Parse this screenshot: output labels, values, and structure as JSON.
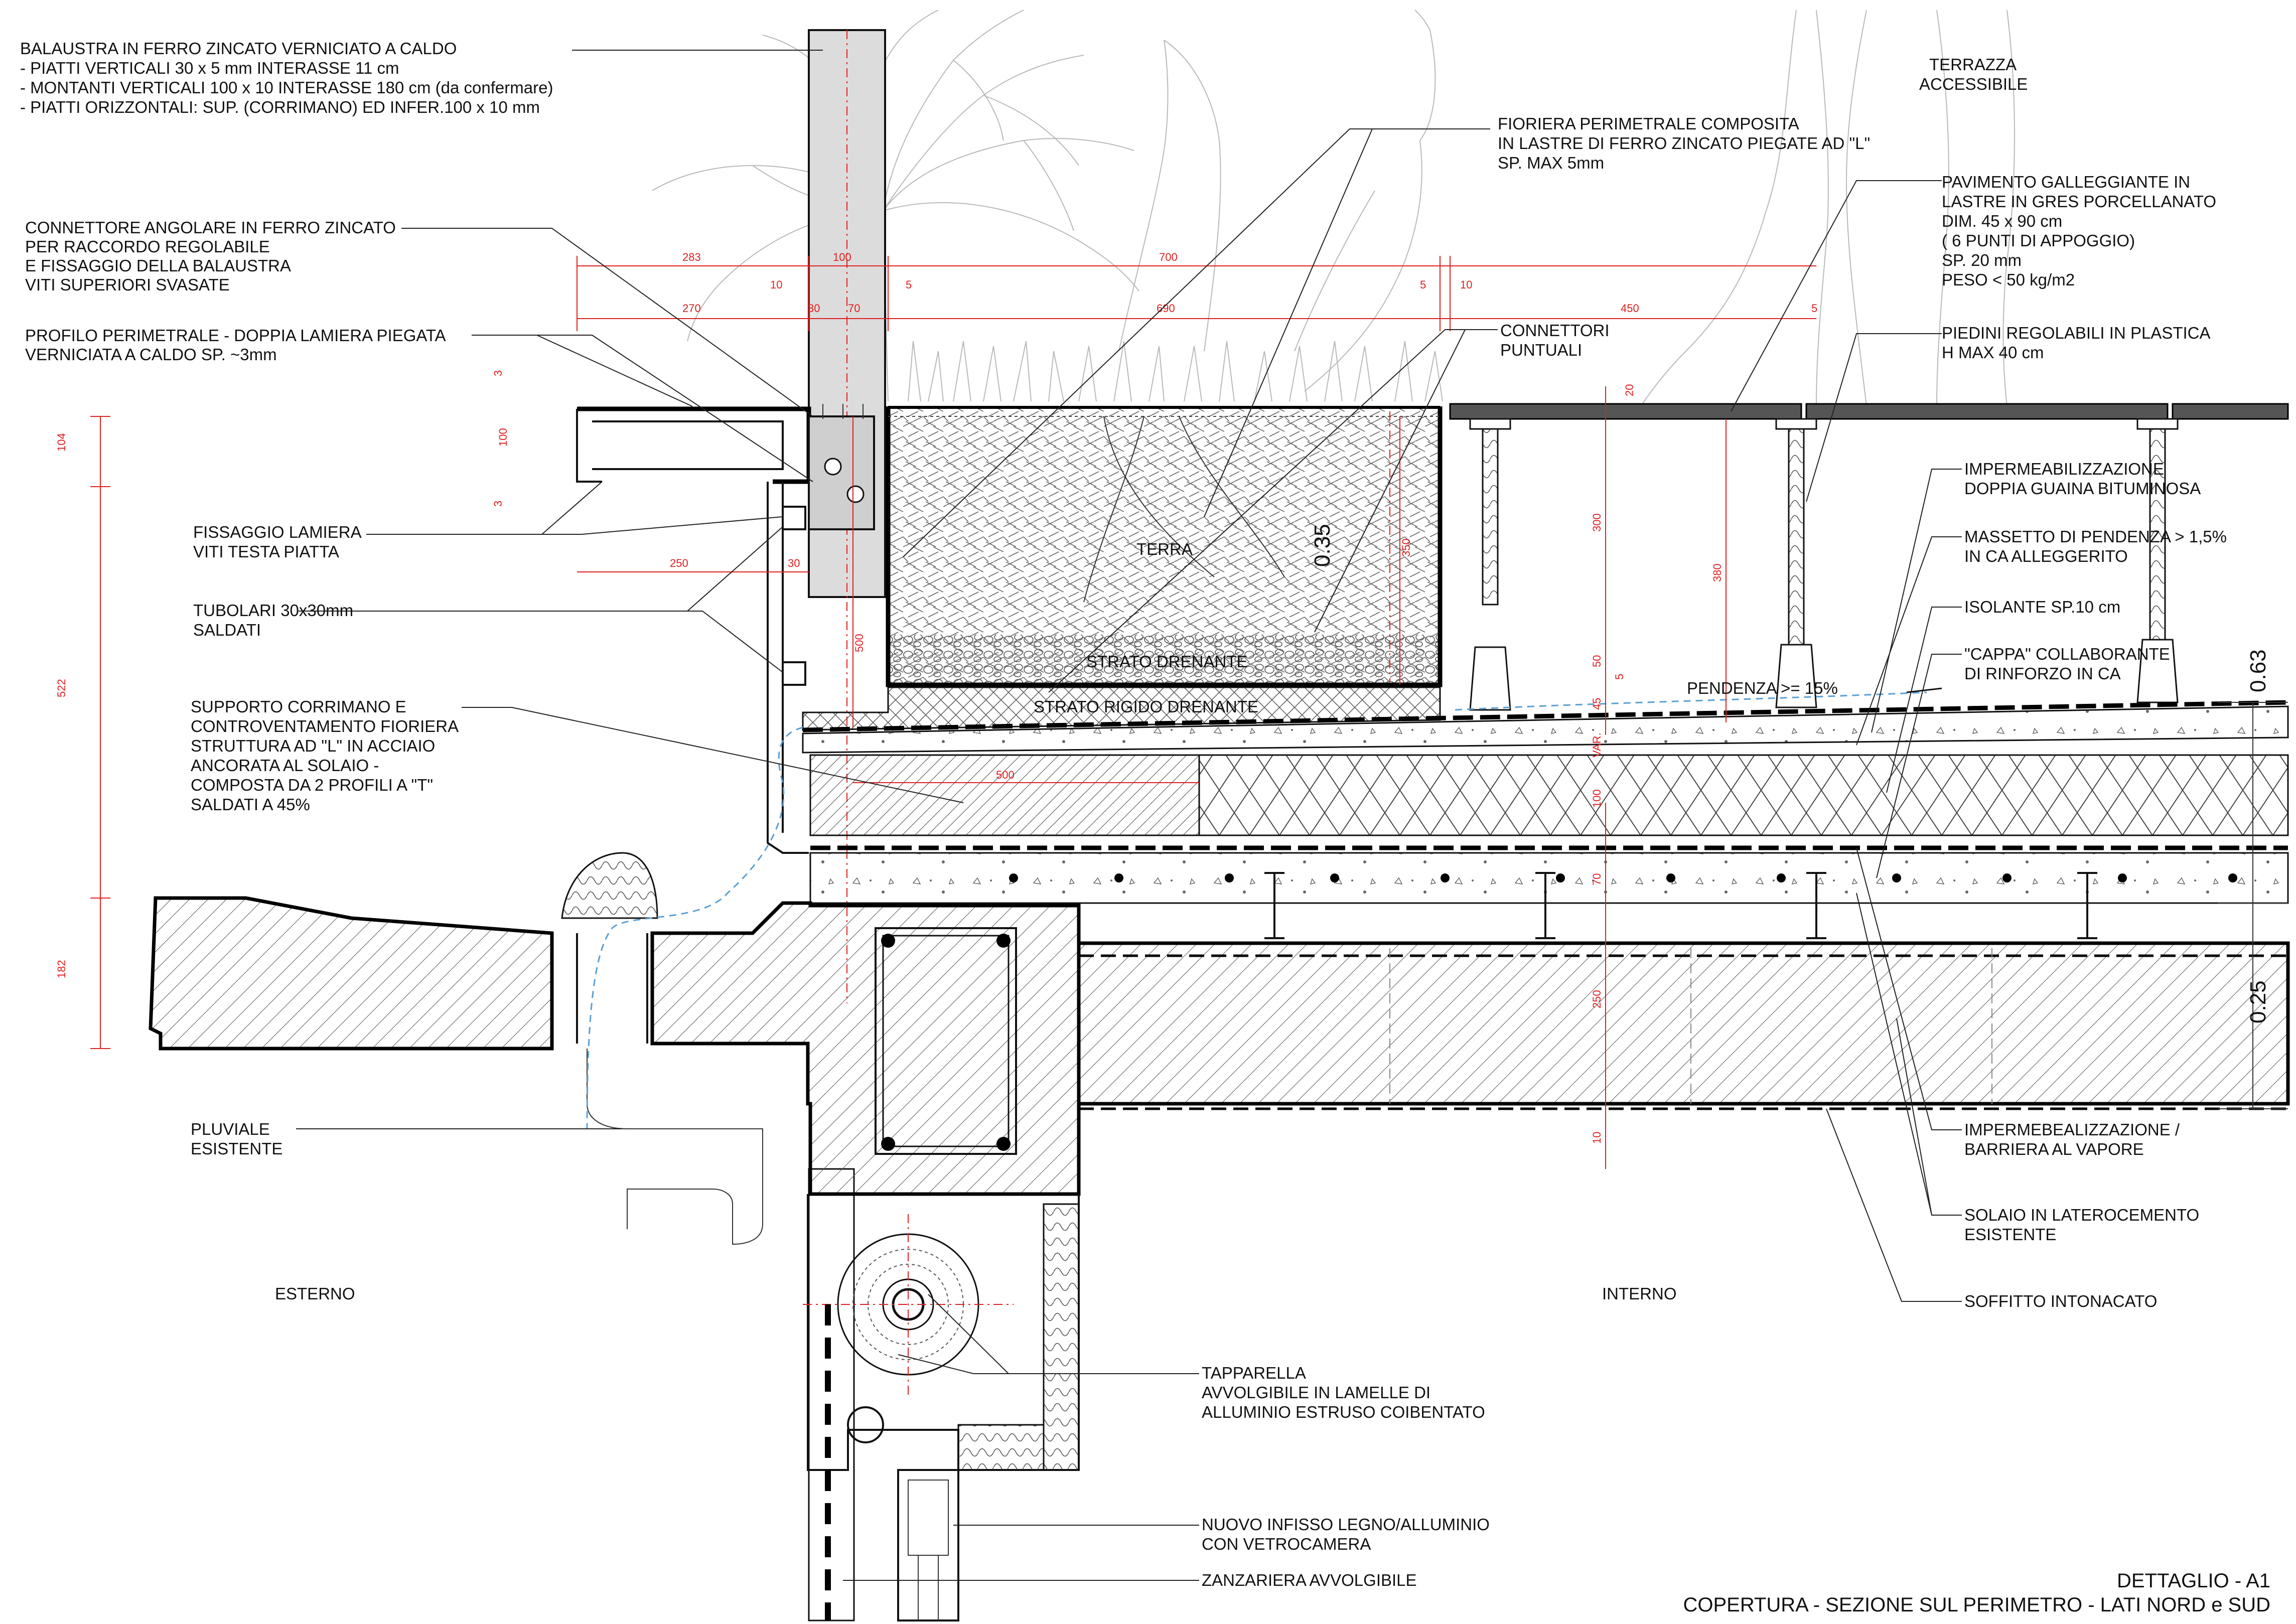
{
  "labels": {
    "balaustra": [
      "BALAUSTRA IN FERRO ZINCATO VERNICIATO A CALDO",
      "- PIATTI VERTICALI 30 x 5 mm INTERASSE 11 cm",
      "- MONTANTI VERTICALI  100 x 10 INTERASSE 180 cm (da confermare)",
      "- PIATTI ORIZZONTALI: SUP. (CORRIMANO) ED INFER.100 x 10 mm"
    ],
    "connettore": [
      "CONNETTORE ANGOLARE IN FERRO ZINCATO",
      "PER RACCORDO REGOLABILE",
      "E FISSAGGIO DELLA BALAUSTRA",
      "VITI SUPERIORI SVASATE"
    ],
    "profilo": [
      "PROFILO PERIMETRALE - DOPPIA LAMIERA PIEGATA",
      "VERNICIATA A CALDO SP. ~3mm"
    ],
    "fissaggio": [
      "FISSAGGIO LAMIERA",
      "VITI TESTA PIATTA"
    ],
    "tubolari": [
      "TUBOLARI 30x30mm",
      "SALDATI"
    ],
    "supporto": [
      "SUPPORTO CORRIMANO E",
      "CONTROVENTAMENTO FIORIERA",
      "STRUTTURA AD \"L\"  IN ACCIAIO",
      "ANCORATA AL SOLAIO -",
      "COMPOSTA DA 2 PROFILI A \"T\"",
      "SALDATI A 45%"
    ],
    "pluviale": [
      "PLUVIALE",
      "ESISTENTE"
    ],
    "esterno": "ESTERNO",
    "interno": "INTERNO",
    "terrazza": [
      "TERRAZZA",
      "ACCESSIBILE"
    ],
    "fioriera": [
      "FIORIERA PERIMETRALE COMPOSITA",
      "IN LASTRE DI FERRO ZINCATO PIEGATE AD \"L\"",
      "SP. MAX 5mm"
    ],
    "connettori_puntuali": [
      "CONNETTORI",
      "PUNTUALI"
    ],
    "pavimento": [
      "PAVIMENTO GALLEGGIANTE IN",
      "LASTRE IN GRES PORCELLANATO",
      "DIM. 45 x 90 cm",
      "( 6 PUNTI DI APPOGGIO)",
      "SP. 20 mm",
      "PESO < 50 kg/m2"
    ],
    "piedini": [
      "PIEDINI REGOLABILI IN PLASTICA",
      "H MAX 40 cm"
    ],
    "impermeab_top": [
      "IMPERMEABILIZZAZIONE",
      "DOPPIA GUAINA BITUMINOSA"
    ],
    "massetto": [
      "MASSETTO DI PENDENZA > 1,5%",
      "IN CA ALLEGGERITO"
    ],
    "isolante": "ISOLANTE  SP.10 cm",
    "cappa": [
      "\"CAPPA\" COLLABORANTE",
      "DI RINFORZO IN CA"
    ],
    "impermeab_bottom": [
      "IMPERMEBEALIZZAZIONE /",
      "BARRIERA AL VAPORE"
    ],
    "solaio": [
      "SOLAIO IN LATEROCEMENTO",
      "ESISTENTE"
    ],
    "soffitto": "SOFFITTO INTONACATO",
    "tapparella": [
      "TAPPARELLA",
      "AVVOLGIBILE IN LAMELLE DI",
      "ALLUMINIO ESTRUSO COIBENTATO"
    ],
    "infisso": [
      "NUOVO INFISSO LEGNO/ALLUMINIO",
      "CON VETROCAMERA"
    ],
    "zanzariera": "ZANZARIERA AVVOLGIBILE",
    "terra": "TERRA",
    "strato_drenante": "STRATO DRENANTE",
    "strato_rigido": "STRATO RIGIDO DRENANTE",
    "pendenza": "PENDENZA >= 15%"
  },
  "dimensions": {
    "top_row": [
      "283",
      "100",
      "700"
    ],
    "second_row": [
      "270",
      "10",
      "30",
      "70",
      "5",
      "690",
      "5",
      "10",
      "450",
      "5"
    ],
    "left_col": [
      "104",
      "522",
      "182"
    ],
    "small": [
      "3",
      "100",
      "3",
      "250",
      "30",
      "500",
      "500",
      "350",
      "20",
      "300",
      "380",
      "50",
      "5",
      "45",
      "VAR.",
      "100",
      "70",
      "250",
      "10"
    ],
    "big": [
      "0.35",
      "0.63",
      "0.25"
    ]
  },
  "title": {
    "line1": "DETTAGLIO  - A1",
    "line2": "COPERTURA - SEZIONE SUL PERIMETRO - LATI NORD e SUD"
  },
  "colors": {
    "dimension": "#e02020",
    "line": "#000000",
    "plant": "#b9b9b9",
    "drainage": "#5a9fd4"
  }
}
